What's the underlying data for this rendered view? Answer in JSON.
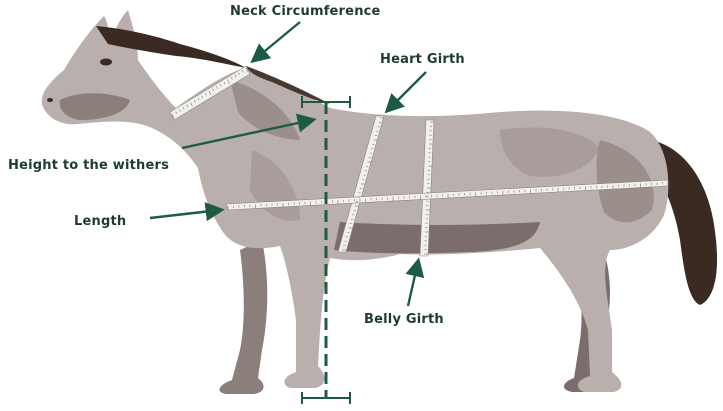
{
  "labels": {
    "neck": "Neck Circumference",
    "heart": "Heart Girth",
    "withers": "Height to the withers",
    "length": "Length",
    "belly": "Belly Girth"
  },
  "colors": {
    "arrow": "#1f5b44",
    "label_text": "#1e3b30",
    "body_light": "#b9afac",
    "body_dark": "#7b6d6b",
    "body_mid": "#9b8f8c",
    "mane_tail": "#3a2a22",
    "tape": "#f2f0ea",
    "tape_ticks": "#8a8480",
    "dash_line": "#1f5b44"
  }
}
